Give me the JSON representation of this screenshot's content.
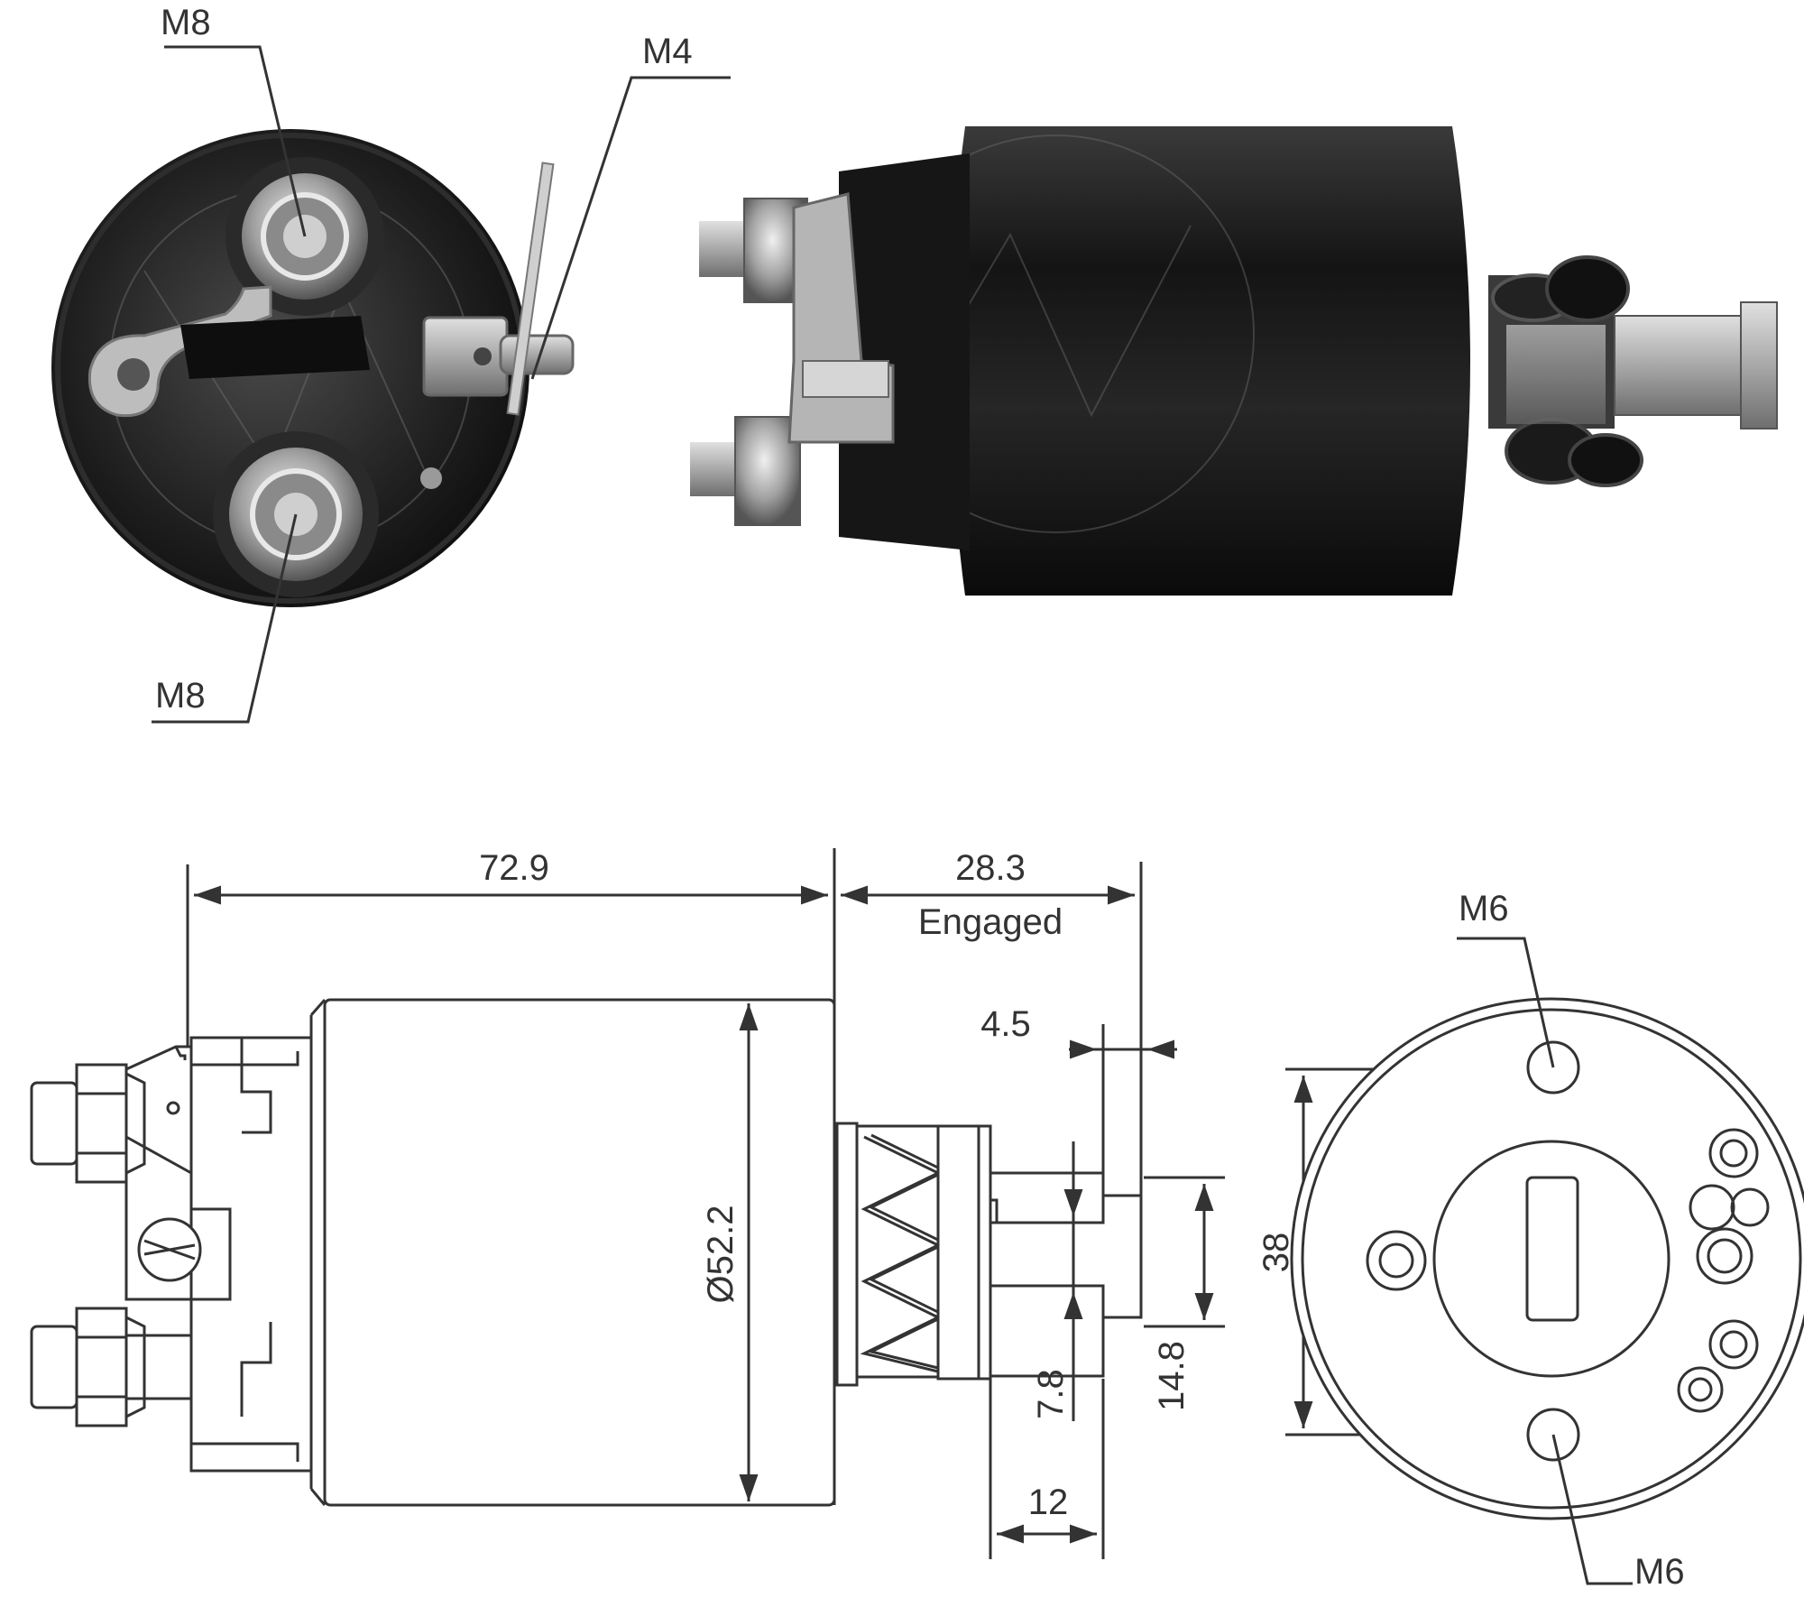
{
  "photo_labels": {
    "top_terminal": "M8",
    "small_terminal": "M4",
    "bottom_terminal": "M8"
  },
  "dimensions": {
    "body_length": "72.9",
    "engaged_travel": "28.3",
    "engaged_caption": "Engaged",
    "plunger_slot": "4.5",
    "body_diameter": "Ø52.2",
    "slot_width": "7.8",
    "plunger_head": "14.8",
    "plunger_width": "12",
    "mount_spacing": "38"
  },
  "end_view_labels": {
    "top_hole": "M6",
    "bottom_hole": "M6"
  },
  "colors": {
    "line": "#333333",
    "photo_dark": "#1a1a1a",
    "photo_metal": "#b8b8b8"
  }
}
